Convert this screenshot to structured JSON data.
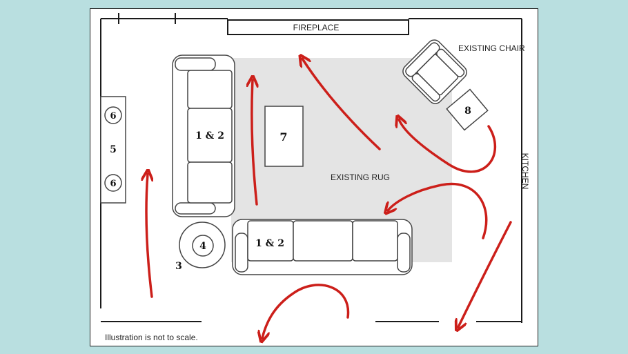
{
  "diagram": {
    "labels": {
      "fireplace": "FIREPLACE",
      "existing_chair": "EXISTING CHAIR",
      "existing_rug": "EXISTING RUG",
      "kitchen": "KITCHEN",
      "footnote": "Illustration is not to scale."
    },
    "numbers": {
      "sofa_left": "1 & 2",
      "sofa_bottom": "1 & 2",
      "coffee_table": "7",
      "round_table": "4",
      "lamp": "3",
      "console_top": "6",
      "console_mid": "5",
      "console_bottom": "6",
      "side_table": "8"
    },
    "colors": {
      "background": "#b9dfe0",
      "rug": "#e4e4e4",
      "arrow": "#cc1f1a",
      "line": "#1a1a1a"
    }
  }
}
